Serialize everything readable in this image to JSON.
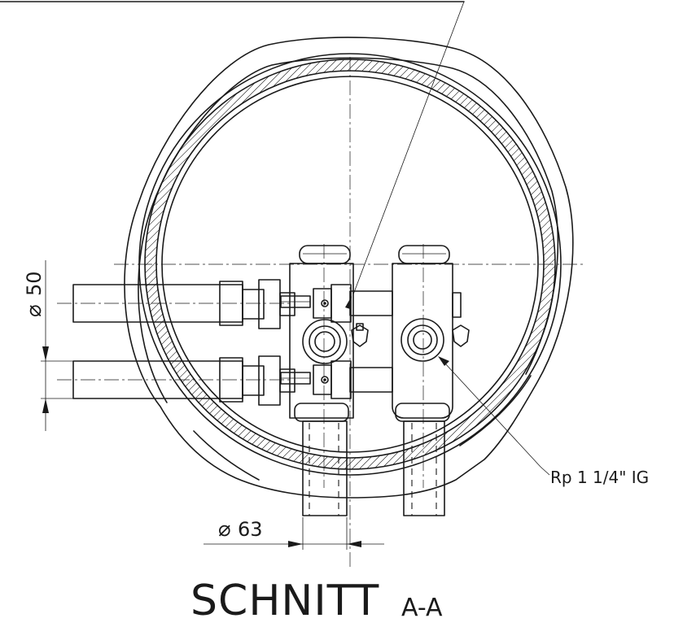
{
  "dimensions": {
    "dia_50": {
      "symbol": "⌀",
      "value": "50"
    },
    "dia_63": {
      "symbol": "⌀",
      "value": "63"
    },
    "thread": "Rp 1 1/4\" IG"
  },
  "title": {
    "main": "SCHNITT",
    "sub": "A-A"
  },
  "colors": {
    "line": "#1a1a1a",
    "background": "#ffffff"
  }
}
